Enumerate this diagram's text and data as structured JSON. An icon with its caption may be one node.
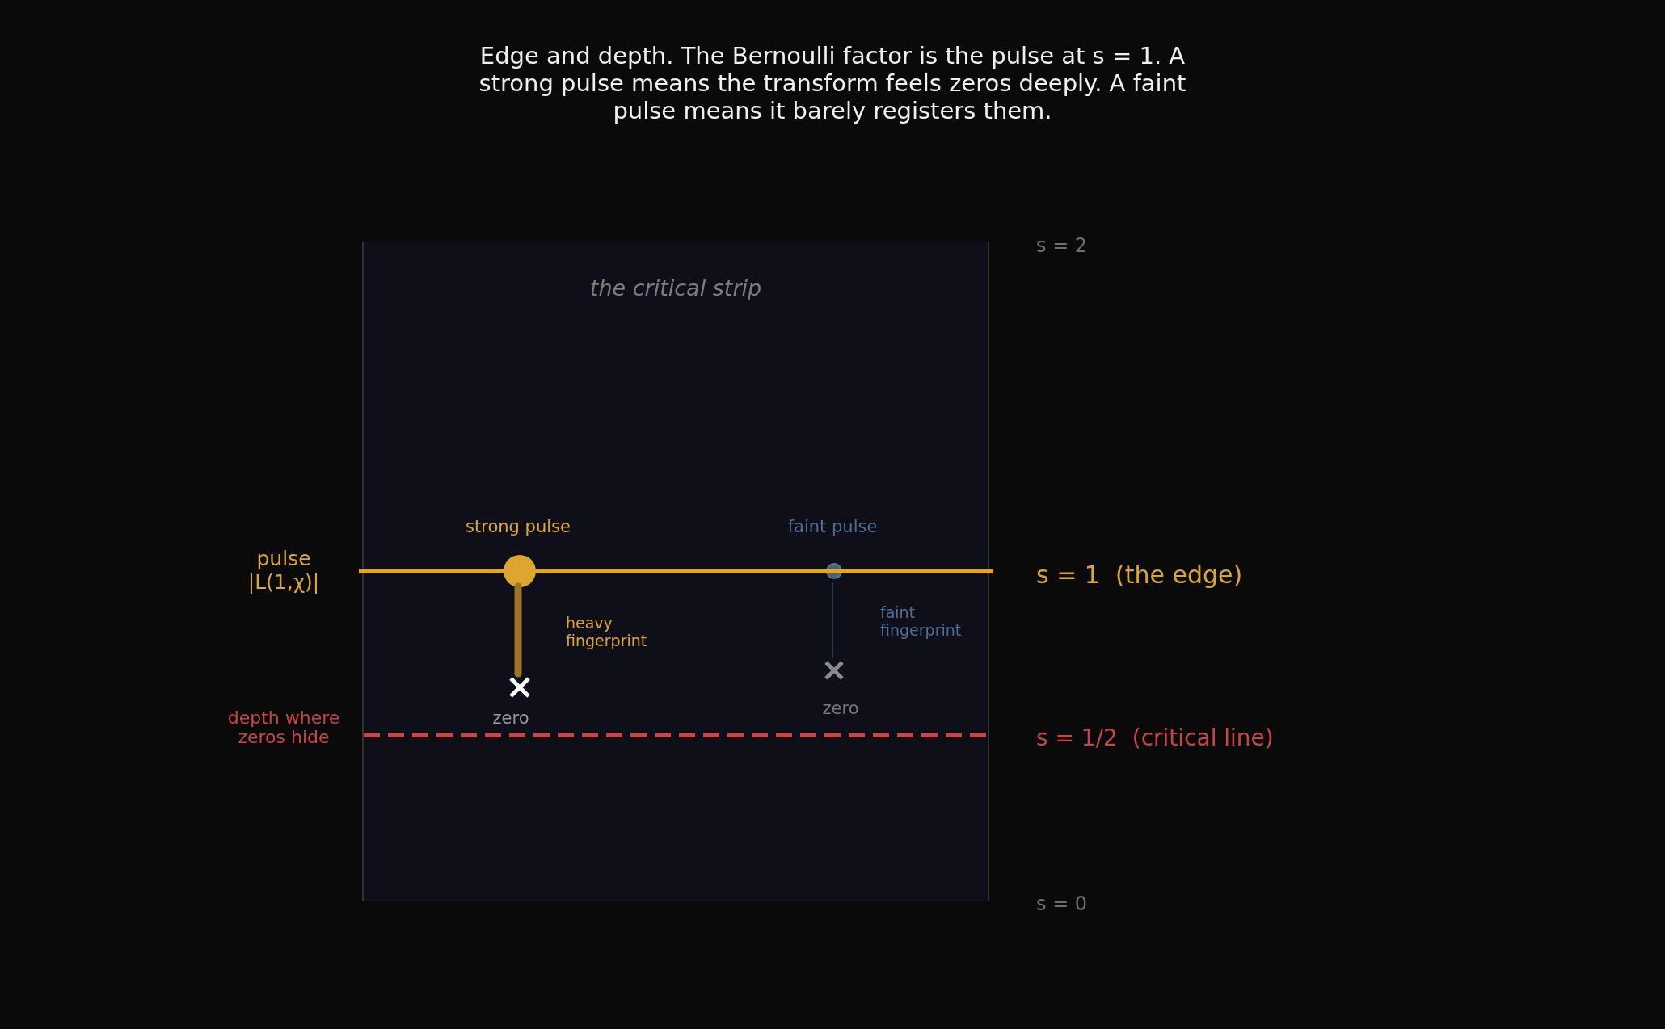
{
  "diagram": {
    "title": "Edge and depth. The Bernoulli factor is the pulse at s = 1. A strong pulse means the transform feels zeros deeply. A faint pulse means it barely registers them.",
    "nodes": [
      {
        "text": [
          "the critical strip"
        ]
      },
      {
        "text": [],
        "shape": "circle",
        "in": 0,
        "beside": [
          "strong pulse"
        ]
      },
      {
        "text": [],
        "shape": "cross",
        "in": 0,
        "beside": [
          "zero"
        ]
      },
      {
        "text": [],
        "shape": "circle",
        "in": 0,
        "beside": [
          "faint pulse"
        ]
      },
      {
        "text": [],
        "shape": "cross",
        "in": 0,
        "beside": [
          "zero"
        ]
      }
    ],
    "edges": [
      {
        "from": 1,
        "to": 2,
        "arrow": "none",
        "label": "heavy fingerprint",
        "style": "thick",
        "color": "#9a7428"
      },
      {
        "from": 3,
        "to": 4,
        "arrow": "none",
        "label": "faint fingerprint",
        "color": "#2b3a50"
      }
    ],
    "labels": [
      "s = 2",
      "pulse |L(1,χ)|",
      "s = 1  (the edge)",
      "depth where zeros hide",
      "s = 1/2  (critical line)",
      "s = 0"
    ]
  }
}
